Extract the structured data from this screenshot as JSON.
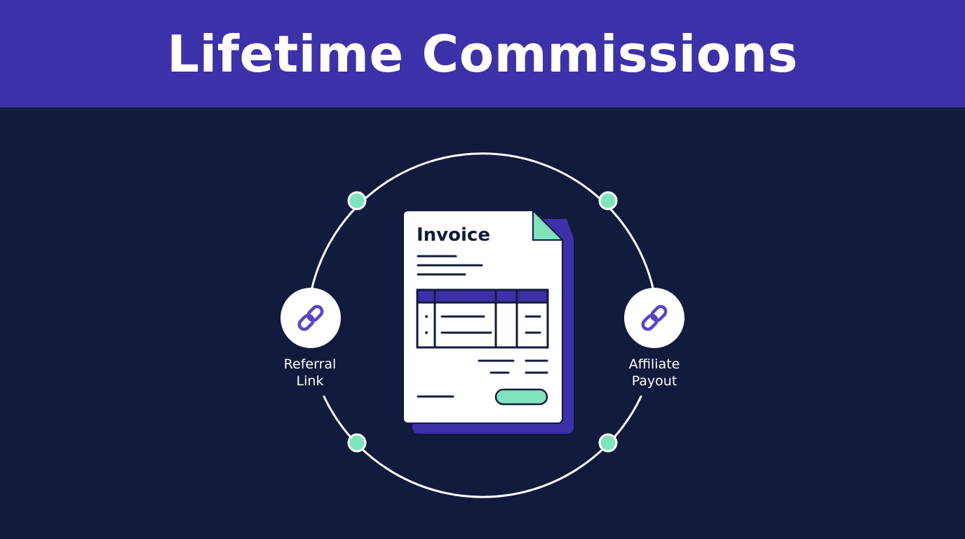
{
  "header": {
    "title": "Lifetime Commissions"
  },
  "invoice": {
    "title": "Invoice"
  },
  "nodes": {
    "left": {
      "line1": "Referral",
      "line2": "Link",
      "icon": "link-icon"
    },
    "right": {
      "line1": "Affiliate",
      "line2": "Payout",
      "icon": "link-icon"
    }
  },
  "colors": {
    "banner": "#3c31a8",
    "background": "#121b3d",
    "accent_mint": "#7fe3bd",
    "accent_purple": "#3c31a8",
    "icon_purple": "#5b43c7",
    "white": "#ffffff"
  }
}
